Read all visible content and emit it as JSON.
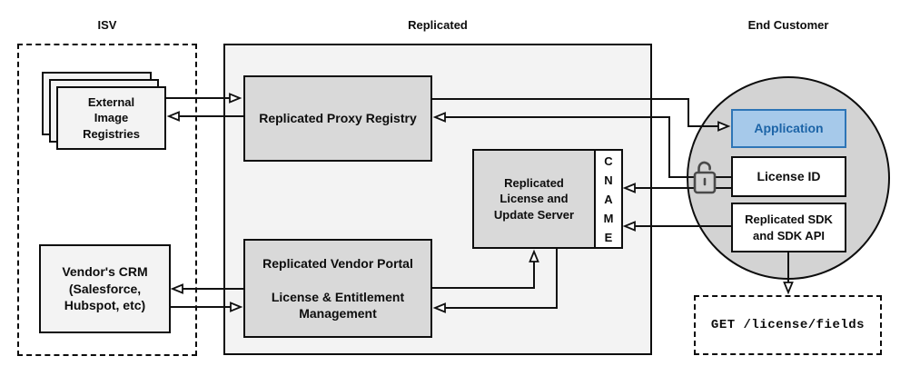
{
  "sections": {
    "isv": {
      "label": "ISV"
    },
    "replicated": {
      "label": "Replicated"
    },
    "end_customer": {
      "label": "End Customer"
    }
  },
  "nodes": {
    "external_registries": {
      "label": "External\nImage\nRegistries"
    },
    "proxy_registry": {
      "label": "Replicated Proxy Registry"
    },
    "license_update_server": {
      "label": "Replicated\nLicense and\nUpdate Server"
    },
    "cname": {
      "letters": [
        "C",
        "N",
        "A",
        "M",
        "E"
      ]
    },
    "vendor_portal": {
      "label": "Replicated Vendor Portal\n\nLicense & Entitlement\nManagement"
    },
    "vendor_crm": {
      "label": "Vendor's CRM\n(Salesforce,\nHubspot, etc)"
    },
    "application": {
      "label": "Application"
    },
    "license_id": {
      "label": "License ID"
    },
    "replicated_sdk": {
      "label": "Replicated SDK\nand SDK API"
    },
    "get_license_fields": {
      "label": "GET /license/fields"
    }
  },
  "icons": {
    "lock": "open-padlock-icon"
  },
  "colors": {
    "container_fill": "#f3f3f3",
    "node_fill": "#d9d9d9",
    "circle_fill": "#d3d3d3",
    "line": "#111111",
    "application_fill": "#a6c9ea",
    "application_border": "#2e75b6",
    "application_text": "#1c64a7"
  }
}
